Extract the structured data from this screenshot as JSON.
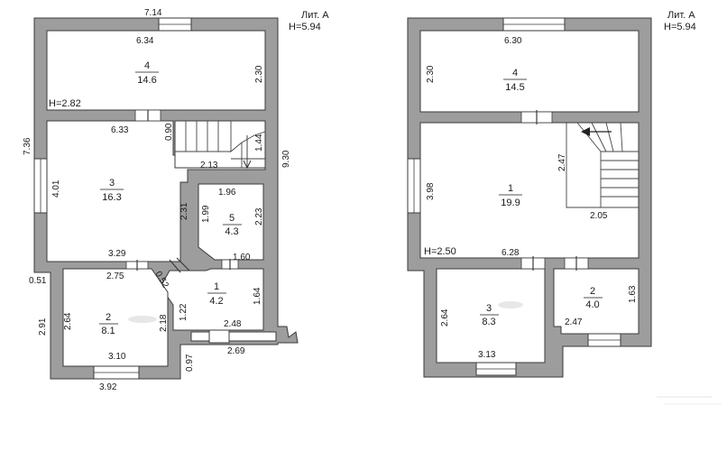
{
  "plan_left": {
    "lit_label": "Лит. А",
    "total_height": "H=5.94",
    "ceiling_height": "H=2.82",
    "rooms": [
      {
        "number": "4",
        "area": "14.6"
      },
      {
        "number": "3",
        "area": "16.3"
      },
      {
        "number": "5",
        "area": "4.3"
      },
      {
        "number": "1",
        "area": "4.2"
      },
      {
        "number": "2",
        "area": "8.1"
      }
    ],
    "dims": {
      "top_outer": "7.14",
      "room4_width": "6.34",
      "room4_height": "2.30",
      "room3_top": "6.33",
      "stair_gap": "0.90",
      "stair_side": "1.44",
      "stair_bottom": "2.13",
      "outer_left": "7.36",
      "room3_height": "4.01",
      "outer_right": "9.30",
      "room5_top": "1.96",
      "room5_left_wall": "2.31",
      "room5_inner_left": "1.99",
      "room5_right": "2.23",
      "room3_bottom": "3.29",
      "room1_top": "1.60",
      "room2_top": "2.75",
      "diag": "0.52",
      "wall_left_bottom": "0.51",
      "room1_left": "1.22",
      "room1_right": "1.64",
      "room2_left": "2.64",
      "room2_right": "2.18",
      "outer_left_bottom": "2.91",
      "room1_bottom": "2.48",
      "hall_bottom": "2.69",
      "room2_bottom": "3.10",
      "hall_side": "0.97",
      "bottom_outer": "3.92"
    }
  },
  "plan_right": {
    "lit_label": "Лит. А",
    "total_height": "H=5.94",
    "ceiling_height": "H=2.50",
    "rooms": [
      {
        "number": "4",
        "area": "14.5"
      },
      {
        "number": "1",
        "area": "19.9"
      },
      {
        "number": "3",
        "area": "8.3"
      },
      {
        "number": "2",
        "area": "4.0"
      }
    ],
    "dims": {
      "room4_width": "6.30",
      "room4_height": "2.30",
      "stair_height": "2.47",
      "room1_height": "3.98",
      "stair_width": "2.05",
      "room1_bottom": "6.28",
      "room3_left": "2.64",
      "room2_right": "1.63",
      "room2_bottom": "2.47",
      "room3_bottom": "3.13"
    }
  }
}
